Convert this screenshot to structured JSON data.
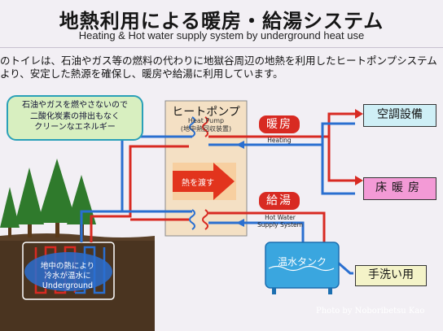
{
  "title": "地熱利用による暖房・給湯システム",
  "subtitle": "Heating & Hot water supply system by underground heat use",
  "description": {
    "line1": "のトイレは、石油やガス等の燃料の代わりに地獄谷周辺の地熱を利用したヒートポンプシステム",
    "line2": "より、安定した熱源を確保し、暖房や給湯に利用しています。"
  },
  "callout": {
    "line1": "石油やガスを燃やさないので",
    "line2": "二酸化炭素の排出もなく",
    "line3": "クリーンなエネルギー"
  },
  "heat_pump": {
    "label_ja": "ヒートポンプ",
    "label_en": "Heat Pump",
    "note": "(地中熱回収装置)",
    "arrow_label": "熱を渡す"
  },
  "heating": {
    "label_ja": "暖房",
    "label_en": "Heating"
  },
  "hot_water": {
    "label_ja": "給湯",
    "label_en_line1": "Hot Water",
    "label_en_line2": "Supply System"
  },
  "outputs": {
    "air_conditioning": "空調設備",
    "floor_heating": "床暖房",
    "hot_water_tank": "温水タンク",
    "hand_wash": "手洗い用"
  },
  "underground": {
    "line1": "地中の熱により",
    "line2": "冷水が温水に",
    "line3": "Underground"
  },
  "credit": "Photo by Noboribetsu Kao",
  "colors": {
    "red_pipe": "#d82a22",
    "blue_pipe": "#2a6fd0",
    "cyan_box": "#cfeff6",
    "pink_box": "#f39ad6",
    "soil": "#4a3420",
    "tank": "#3aa6df"
  }
}
